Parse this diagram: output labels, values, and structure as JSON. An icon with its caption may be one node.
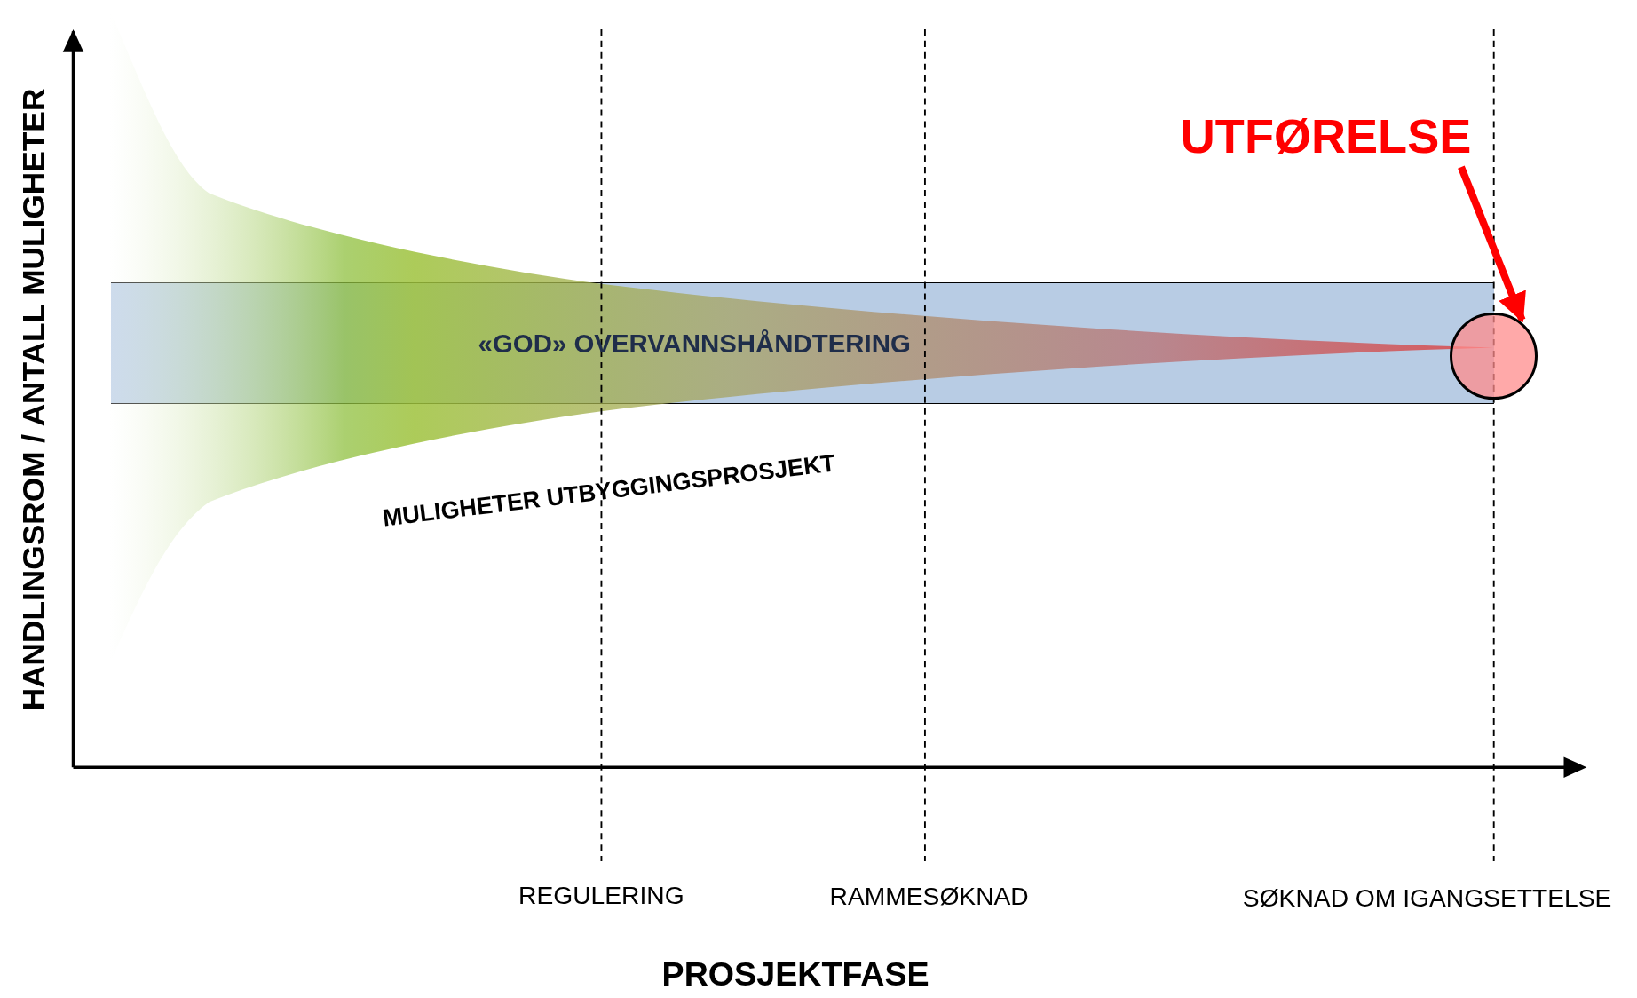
{
  "diagram": {
    "nodes": [
      {
        "text": [
          "UTFØRELSE"
        ]
      },
      {
        "text": [
          "«GOD» OVERVANNSHÅNDTERING"
        ]
      },
      {
        "text": [],
        "shape": "circle"
      }
    ],
    "edges": [
      {
        "from": 0,
        "to": 2,
        "arrow": "to"
      }
    ],
    "labels": [
      "HANDLINGSROM / ANTALL MULIGHETER",
      "MULIGHETER UTBYGGINGSPROSJEKT",
      "REGULERING",
      "RAMMESØKNAD",
      "SØKNAD OM IGANGSETTELSE",
      "PROSJEKTFASE"
    ]
  }
}
